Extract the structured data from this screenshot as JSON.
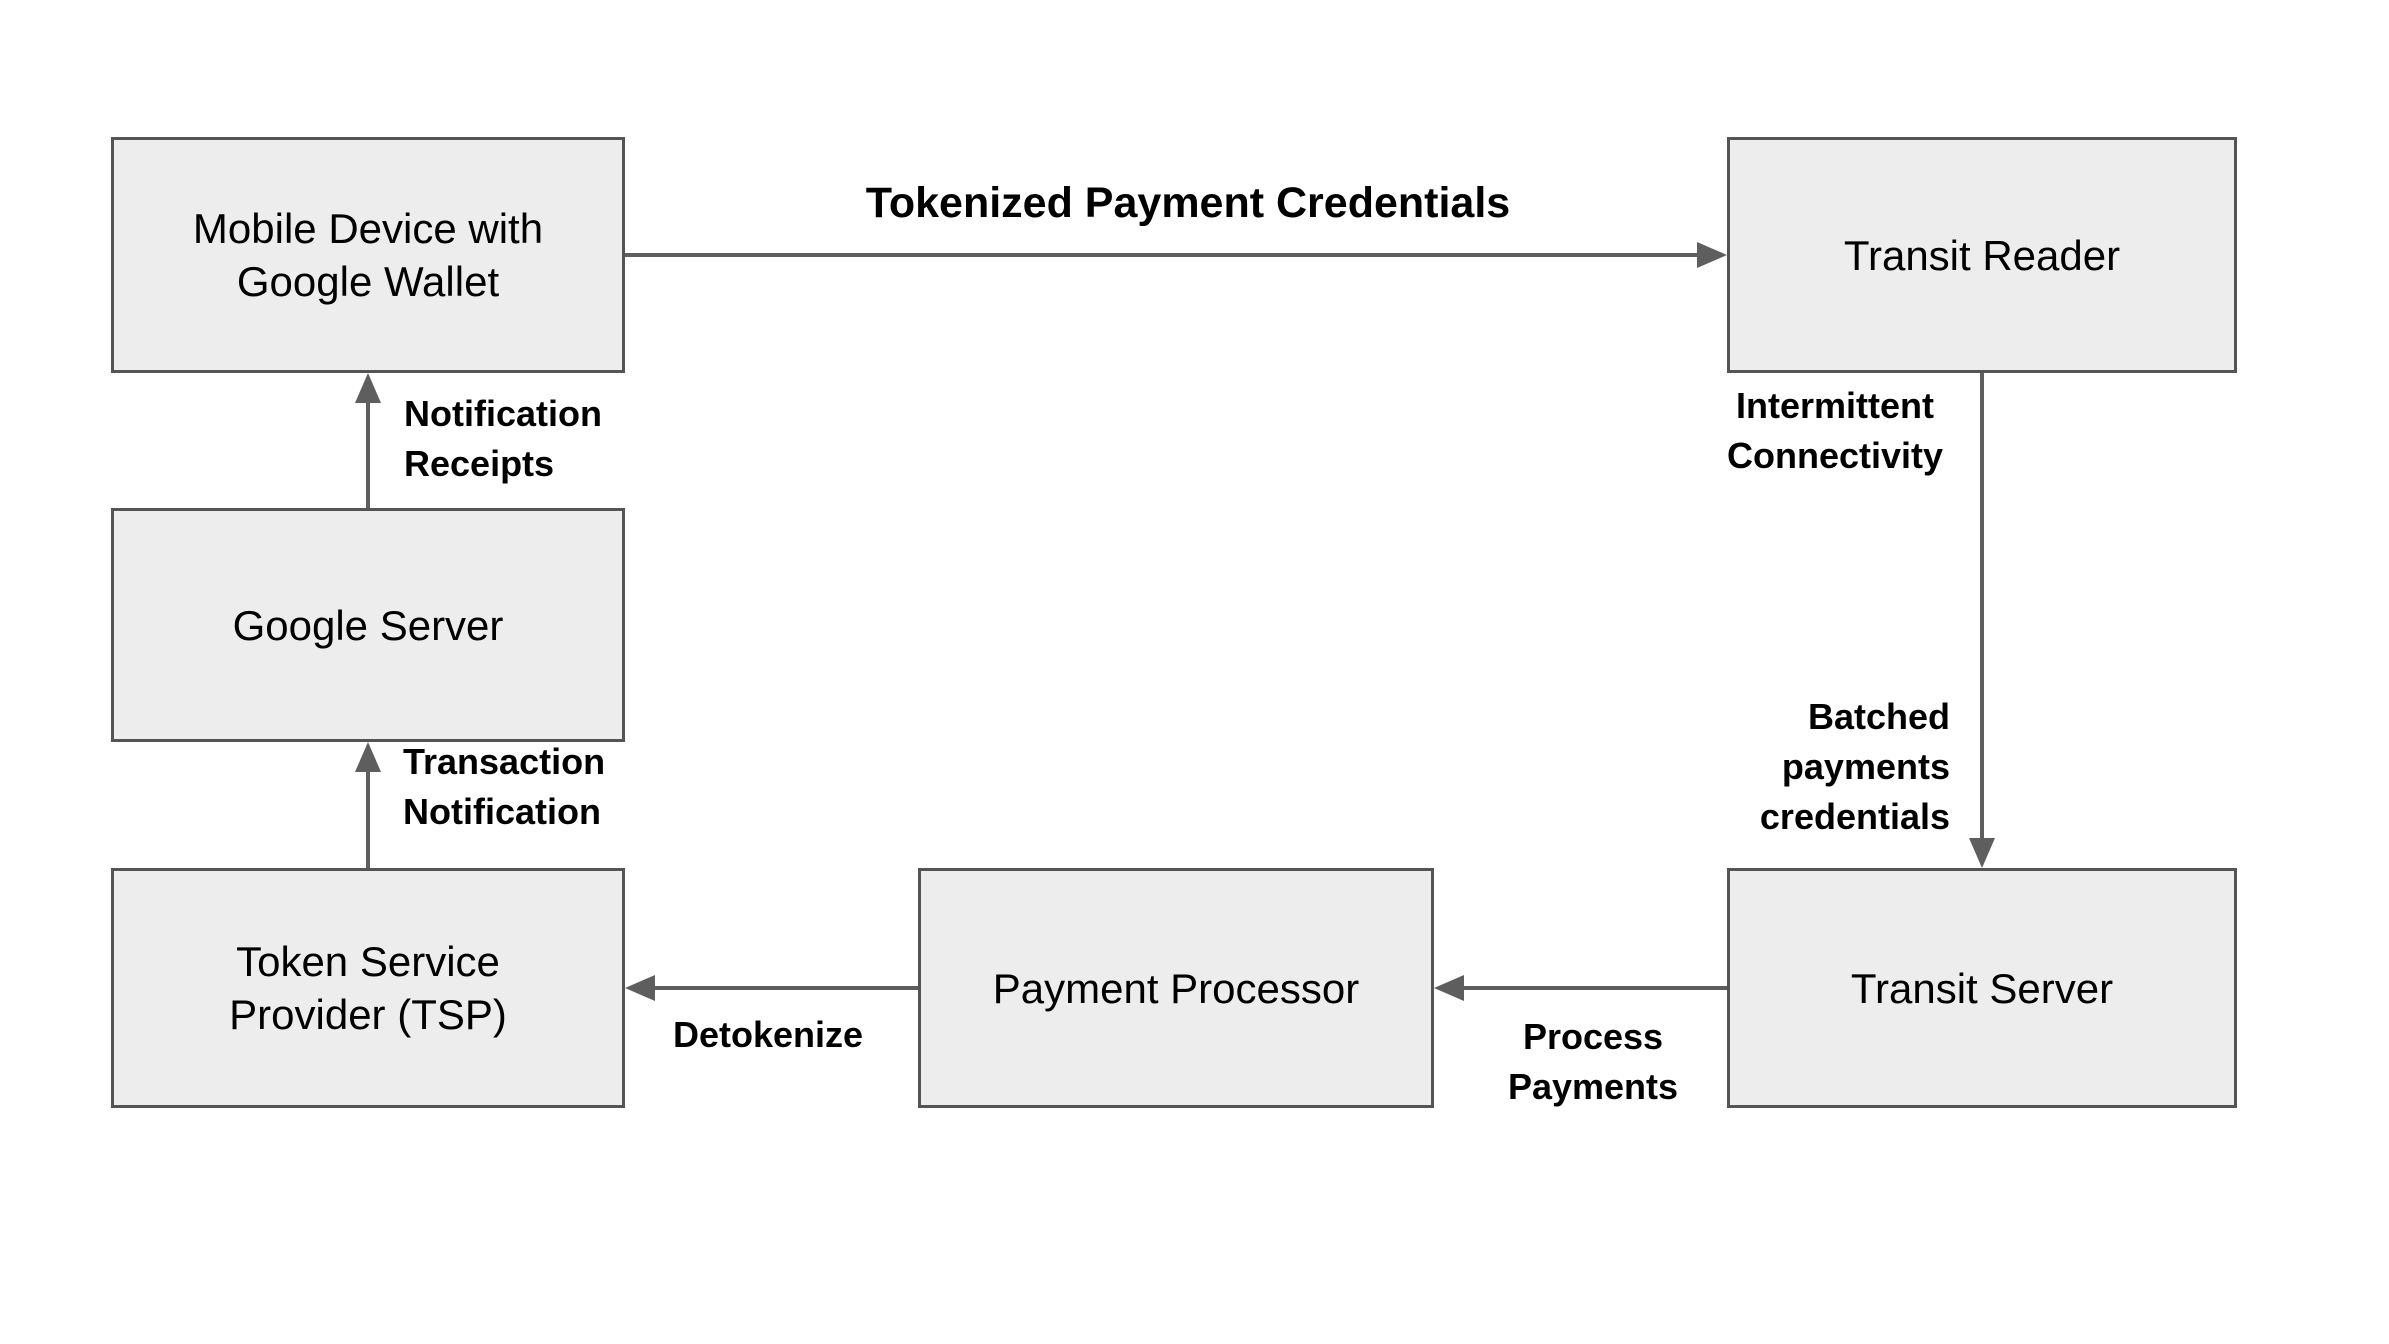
{
  "nodes": {
    "mobile": {
      "lines": [
        "Mobile Device with",
        "Google Wallet"
      ]
    },
    "transit_reader": {
      "lines": [
        "Transit Reader"
      ]
    },
    "google_server": {
      "lines": [
        "Google Server"
      ]
    },
    "tsp": {
      "lines": [
        "Token Service",
        "Provider (TSP)"
      ]
    },
    "payment_processor": {
      "lines": [
        "Payment Processor"
      ]
    },
    "transit_server": {
      "lines": [
        "Transit Server"
      ]
    }
  },
  "edges": {
    "tokenized": {
      "from": "mobile",
      "to": "transit_reader",
      "lines": [
        "Tokenized Payment Credentials"
      ]
    },
    "intermittent": {
      "from": "transit_reader",
      "to": "transit_server",
      "lines": [
        "Intermittent",
        "Connectivity"
      ]
    },
    "batched": {
      "from": "transit_reader",
      "to": "transit_server",
      "lines": [
        "Batched",
        "payments",
        "credentials"
      ]
    },
    "process": {
      "from": "transit_server",
      "to": "payment_processor",
      "lines": [
        "Process",
        "Payments"
      ]
    },
    "detokenize": {
      "from": "payment_processor",
      "to": "tsp",
      "lines": [
        "Detokenize"
      ]
    },
    "transaction": {
      "from": "tsp",
      "to": "google_server",
      "lines": [
        "Transaction",
        "Notification"
      ]
    },
    "receipts": {
      "from": "google_server",
      "to": "mobile",
      "lines": [
        "Notification",
        "Receipts"
      ]
    }
  },
  "colors": {
    "background": "#ffffff",
    "node_fill": "#ededed",
    "node_border": "#545454",
    "arrow": "#5e5e5e",
    "text": "#000000"
  }
}
